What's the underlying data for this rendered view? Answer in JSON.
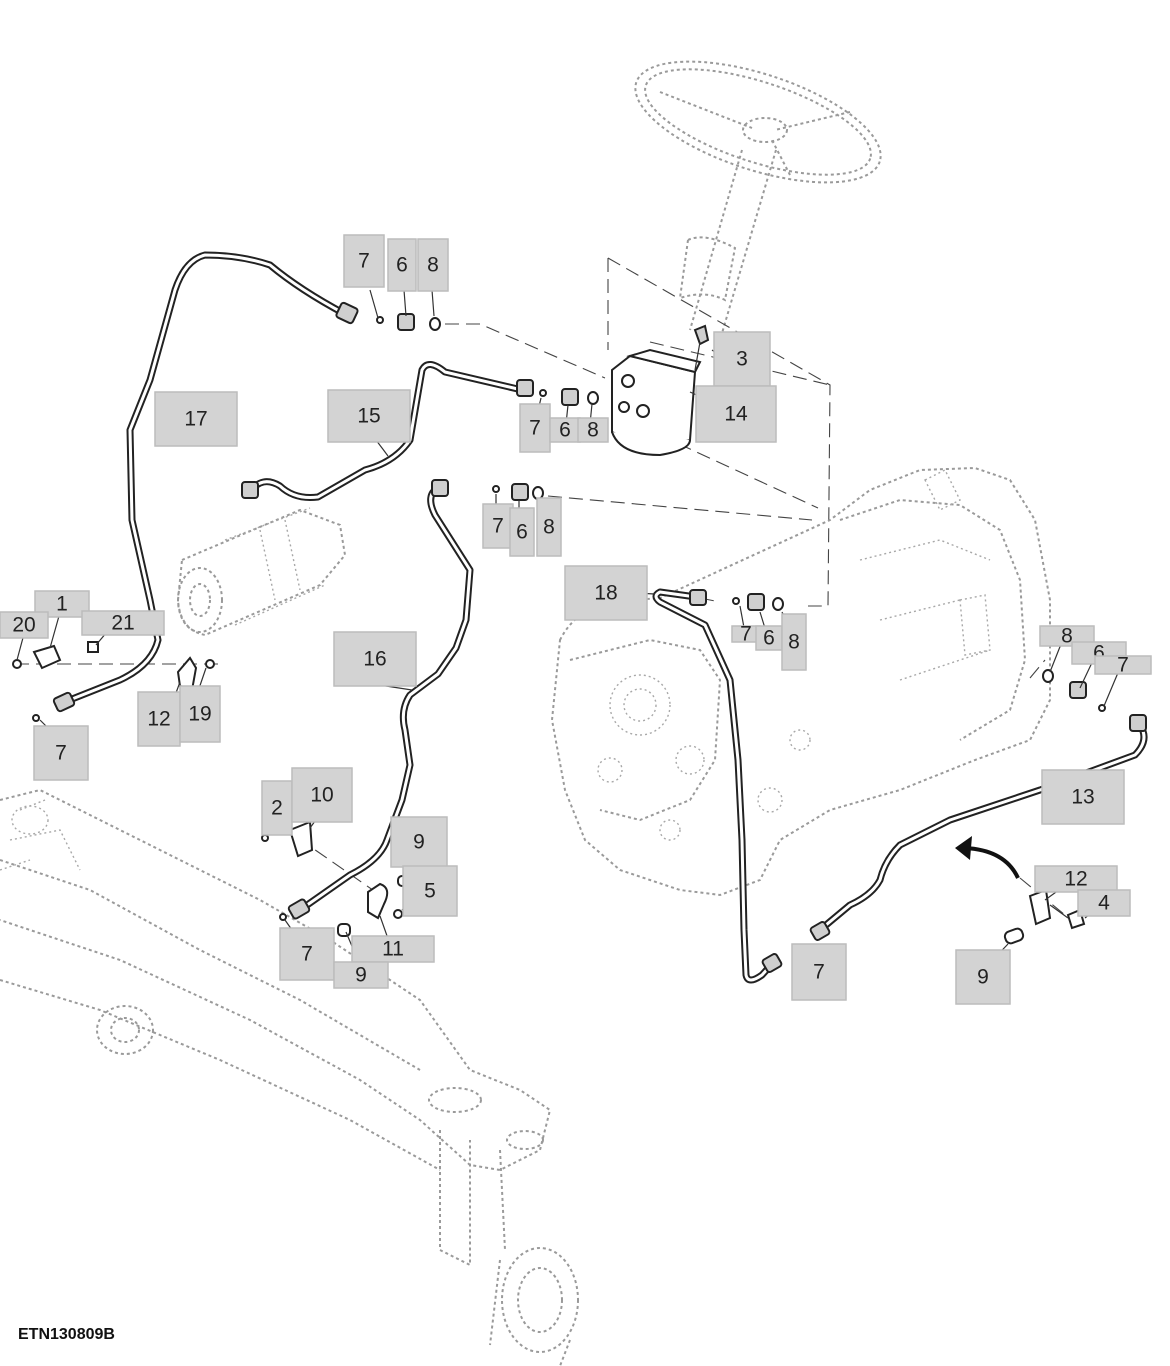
{
  "figure_id": "ETN130809B",
  "callouts": [
    {
      "id": "c-7a",
      "label": "7"
    },
    {
      "id": "c-6a",
      "label": "6"
    },
    {
      "id": "c-8a",
      "label": "8"
    },
    {
      "id": "c-3",
      "label": "3"
    },
    {
      "id": "c-14",
      "label": "14"
    },
    {
      "id": "c-17",
      "label": "17"
    },
    {
      "id": "c-15",
      "label": "15"
    },
    {
      "id": "c-7b",
      "label": "7"
    },
    {
      "id": "c-6b",
      "label": "6"
    },
    {
      "id": "c-8b",
      "label": "8"
    },
    {
      "id": "c-7c",
      "label": "7"
    },
    {
      "id": "c-6c",
      "label": "6"
    },
    {
      "id": "c-8c",
      "label": "8"
    },
    {
      "id": "c-18",
      "label": "18"
    },
    {
      "id": "c-7d",
      "label": "7"
    },
    {
      "id": "c-6d",
      "label": "6"
    },
    {
      "id": "c-8d",
      "label": "8"
    },
    {
      "id": "c-1",
      "label": "1"
    },
    {
      "id": "c-20",
      "label": "20"
    },
    {
      "id": "c-21",
      "label": "21"
    },
    {
      "id": "c-16",
      "label": "16"
    },
    {
      "id": "c-12a",
      "label": "12"
    },
    {
      "id": "c-19",
      "label": "19"
    },
    {
      "id": "c-7e",
      "label": "7"
    },
    {
      "id": "c-8e",
      "label": "8"
    },
    {
      "id": "c-6e",
      "label": "6"
    },
    {
      "id": "c-7f",
      "label": "7"
    },
    {
      "id": "c-13",
      "label": "13"
    },
    {
      "id": "c-2",
      "label": "2"
    },
    {
      "id": "c-10",
      "label": "10"
    },
    {
      "id": "c-9a",
      "label": "9"
    },
    {
      "id": "c-5",
      "label": "5"
    },
    {
      "id": "c-7g",
      "label": "7"
    },
    {
      "id": "c-11",
      "label": "11"
    },
    {
      "id": "c-9b",
      "label": "9"
    },
    {
      "id": "c-12b",
      "label": "12"
    },
    {
      "id": "c-4",
      "label": "4"
    },
    {
      "id": "c-9c",
      "label": "9"
    },
    {
      "id": "c-7h",
      "label": "7"
    }
  ]
}
